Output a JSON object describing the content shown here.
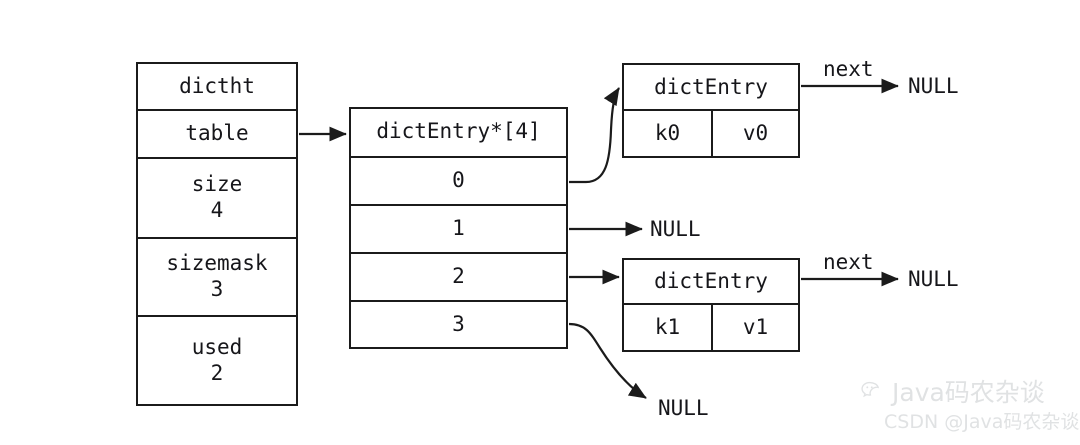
{
  "diagram": {
    "title_caption": "",
    "background": "#ffffff",
    "stroke_color": "#1b1b1b",
    "text_color": "#16161a"
  },
  "dictht": {
    "header": "dictht",
    "rows": [
      {
        "label": "table",
        "value": ""
      },
      {
        "label": "size",
        "value": "4"
      },
      {
        "label": "sizemask",
        "value": "3"
      },
      {
        "label": "used",
        "value": "2"
      }
    ]
  },
  "table_array": {
    "header": "dictEntry*[4]",
    "slots": [
      {
        "index": "0"
      },
      {
        "index": "1"
      },
      {
        "index": "2"
      },
      {
        "index": "3"
      }
    ]
  },
  "entries": [
    {
      "header": "dictEntry",
      "key": "k0",
      "value": "v0",
      "next_label": "next",
      "next_target": "NULL"
    },
    {
      "header": "dictEntry",
      "key": "k1",
      "value": "v1",
      "next_label": "next",
      "next_target": "NULL"
    }
  ],
  "null_slots": [
    {
      "text": "NULL",
      "from_slot": "1"
    },
    {
      "text": "NULL",
      "from_slot": "3"
    }
  ],
  "watermark": {
    "brand": "Java码农杂谈",
    "credit": "CSDN @Java码农杂谈",
    "logo_icon": "wechat-logo-icon",
    "color": "#9aa0a6"
  }
}
